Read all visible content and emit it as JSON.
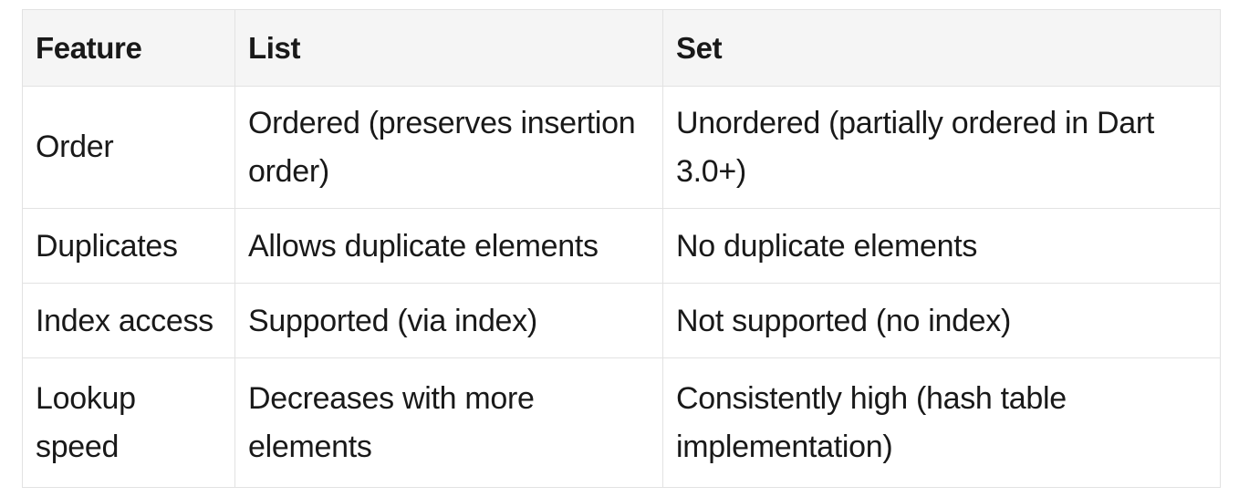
{
  "table": {
    "name": "list-vs-set-comparison",
    "columns": [
      "Feature",
      "List",
      "Set"
    ],
    "rows": [
      {
        "feature": "Order",
        "list": "Ordered (preserves insertion order)",
        "set": "Unordered (partially ordered in Dart 3.0+)"
      },
      {
        "feature": "Duplicates",
        "list": "Allows duplicate elements",
        "set": "No duplicate elements"
      },
      {
        "feature": "Index access",
        "list": "Supported (via index)",
        "set": "Not supported (no index)"
      },
      {
        "feature": "Lookup speed",
        "list": "Decreases with more elements",
        "set": "Consistently high (hash table implementation)"
      }
    ]
  },
  "colors": {
    "header_background": "#f5f5f5",
    "border": "#e2e2e2",
    "text": "#191919",
    "body_background": "#ffffff"
  }
}
